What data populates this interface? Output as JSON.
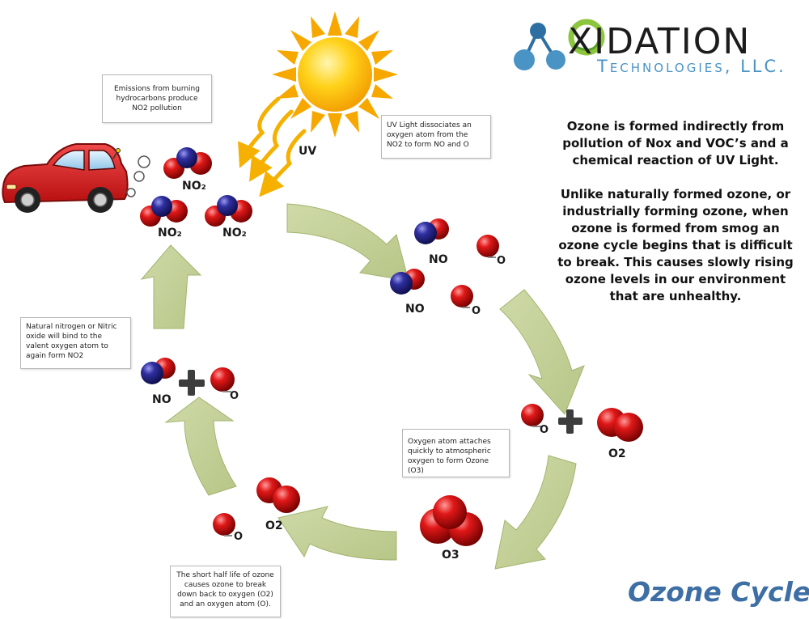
{
  "logo": {
    "brand_word": "XIDATION",
    "brand_sub": "Technologies, LLC.",
    "colors": {
      "green": "#8cc63f",
      "blue": "#4a93c5",
      "dark": "#1c1c1c"
    }
  },
  "title": "Ozone Cycle",
  "description": {
    "paragraph1": "Ozone is formed indirectly from pollution of Nox and VOC’s and a chemical reaction of UV Light.",
    "paragraph2": "Unlike naturally formed ozone, or industrially forming ozone, when ozone is formed from smog an ozone cycle begins that is difficult to break. This causes slowly rising ozone levels in our environment that are unhealthy."
  },
  "sun_label": "UV",
  "notes": {
    "emissions": "Emissions from burning hydrocarbons produce NO2 pollution",
    "uv_dissociates": "UV Light dissociates an oxygen atom from the NO2 to form NO and O",
    "natural_nitrogen": "Natural nitrogen or Nitric oxide will bind to the valent oxygen atom to again form NO2",
    "oxygen_attaches": "Oxygen atom attaches quickly to atmospheric oxygen to form Ozone (O3)",
    "half_life": "The short half life of ozone causes ozone to break down back to oxygen (O2) and an oxygen atom (O)."
  },
  "labels": {
    "no2_top": "NO₂",
    "no2_left": "NO₂",
    "no2_right": "NO₂",
    "no_upper": "NO",
    "o_upper": "O",
    "no_lower": "NO",
    "o_lower": "O",
    "o_plus": "O",
    "o2_right": "O2",
    "o3": "O3",
    "o2_bottom": "O2",
    "o_bottom": "O",
    "no_left": "NO",
    "o_left": "O"
  },
  "colors": {
    "arrow_fill": "#c3d09a",
    "arrow_stroke": "#9fb26e",
    "oxygen": "#d41616",
    "nitrogen": "#2a2a8c",
    "title": "#3d6fa5",
    "car_body": "#e02a2a",
    "sun": "#f5b800",
    "uv_rays": "#f5b000"
  }
}
